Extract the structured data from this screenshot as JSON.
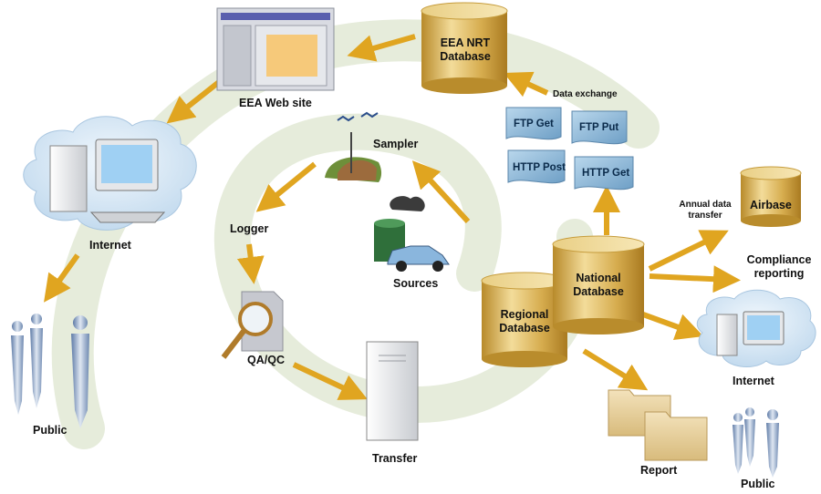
{
  "labels": {
    "eea_web_site": "EEA Web site",
    "eea_nrt_database": "EEA NRT Database",
    "data_exchange": "Data exchange",
    "ftp_get": "FTP Get",
    "ftp_put": "FTP Put",
    "http_post": "HTTP Post",
    "http_get": "HTTP Get",
    "sampler": "Sampler",
    "logger": "Logger",
    "sources": "Sources",
    "qa_qc": "QA/QC",
    "transfer": "Transfer",
    "internet_left": "Internet",
    "public_left": "Public",
    "national_database": "National Database",
    "regional_database": "Regional Database",
    "annual_data_transfer": "Annual data transfer",
    "airbase": "Airbase",
    "compliance_reporting": "Compliance reporting",
    "internet_right": "Internet",
    "report": "Report",
    "public_right": "Public"
  },
  "colors": {
    "spiral": "#e3ead7",
    "arrow": "#e0a520",
    "db_gold": "#d9b45a",
    "doc_blue": "#8fbad8",
    "cloud": "#d4e6f4",
    "person": "#8aa2c4"
  }
}
